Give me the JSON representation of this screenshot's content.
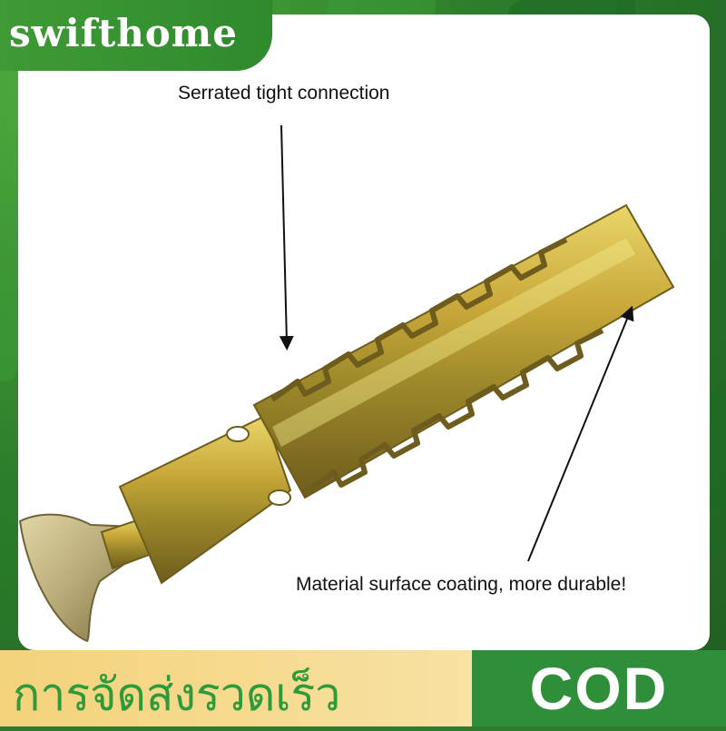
{
  "brand": {
    "name": "swifthome"
  },
  "product": {
    "annotations": {
      "serrated": "Serrated tight connection",
      "coating": "Material surface coating, more durable!"
    },
    "icon": "expansion-anchor-bolt"
  },
  "footer": {
    "shipping_text": "การจัดส่งรวดเร็ว",
    "cod_text": "COD"
  },
  "colors": {
    "brand_green": "#2f8a2e",
    "footer_gold": "#f4d27a",
    "footer_green": "#2f8e3a",
    "metal_gold": "#c9a83a"
  }
}
